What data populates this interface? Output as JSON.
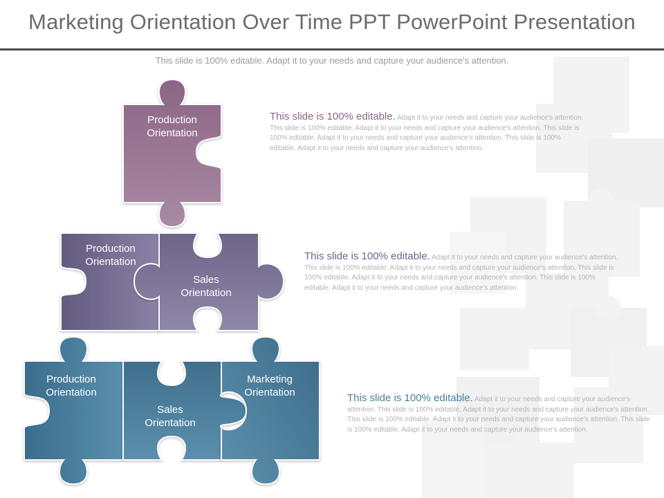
{
  "header": {
    "title": "Marketing Orientation Over Time PPT PowerPoint Presentation",
    "subtitle": "This slide is 100% editable. Adapt it to your needs and capture your audience's attention."
  },
  "colors": {
    "purple_top": "#8b6585",
    "purple_bottom": "#a98aa3",
    "violet_top": "#6d6488",
    "violet_bottom": "#8f88a8",
    "blue_top": "#3f6f8c",
    "blue_bottom": "#5b90ad"
  },
  "tiers": [
    {
      "pieces": [
        "Production\nOrientation"
      ],
      "description": {
        "lead": "This slide is 100% editable.",
        "body": " Adapt it to your needs and capture your audience's attention. This slide is 100% editable. Adapt it to your needs and capture your audience's attention. This slide is 100%  editable.  Adapt it to your needs and capture your audience's attention. This slide is 100% editable. Adapt it to your needs and capture your audience's attention."
      }
    },
    {
      "pieces": [
        "Production\nOrientation",
        "Sales\nOrientation"
      ],
      "description": {
        "lead": "This slide is 100% editable.",
        "body": " Adapt it to your needs and capture your audience's attention. This slide is 100% editable. Adapt it to your needs and capture your audience's attention. This slide is 100%  editable.  Adapt it to your needs and capture your audience's attention. This slide is 100% editable. Adapt it to your needs and capture your audience's attention."
      }
    },
    {
      "pieces": [
        "Production\nOrientation",
        "Sales\nOrientation",
        "Marketing\nOrientation"
      ],
      "description": {
        "lead": "This slide is 100% editable.",
        "body": " Adapt it to your needs and capture your audience's attention. This slide is 100% editable. Adapt it to your needs and capture your audience's attention. This slide is 100%  editable.  Adapt it to your needs and capture your audience's attention. This slide is 100% editable. Adapt it to your needs and capture your audience's attention."
      }
    }
  ]
}
